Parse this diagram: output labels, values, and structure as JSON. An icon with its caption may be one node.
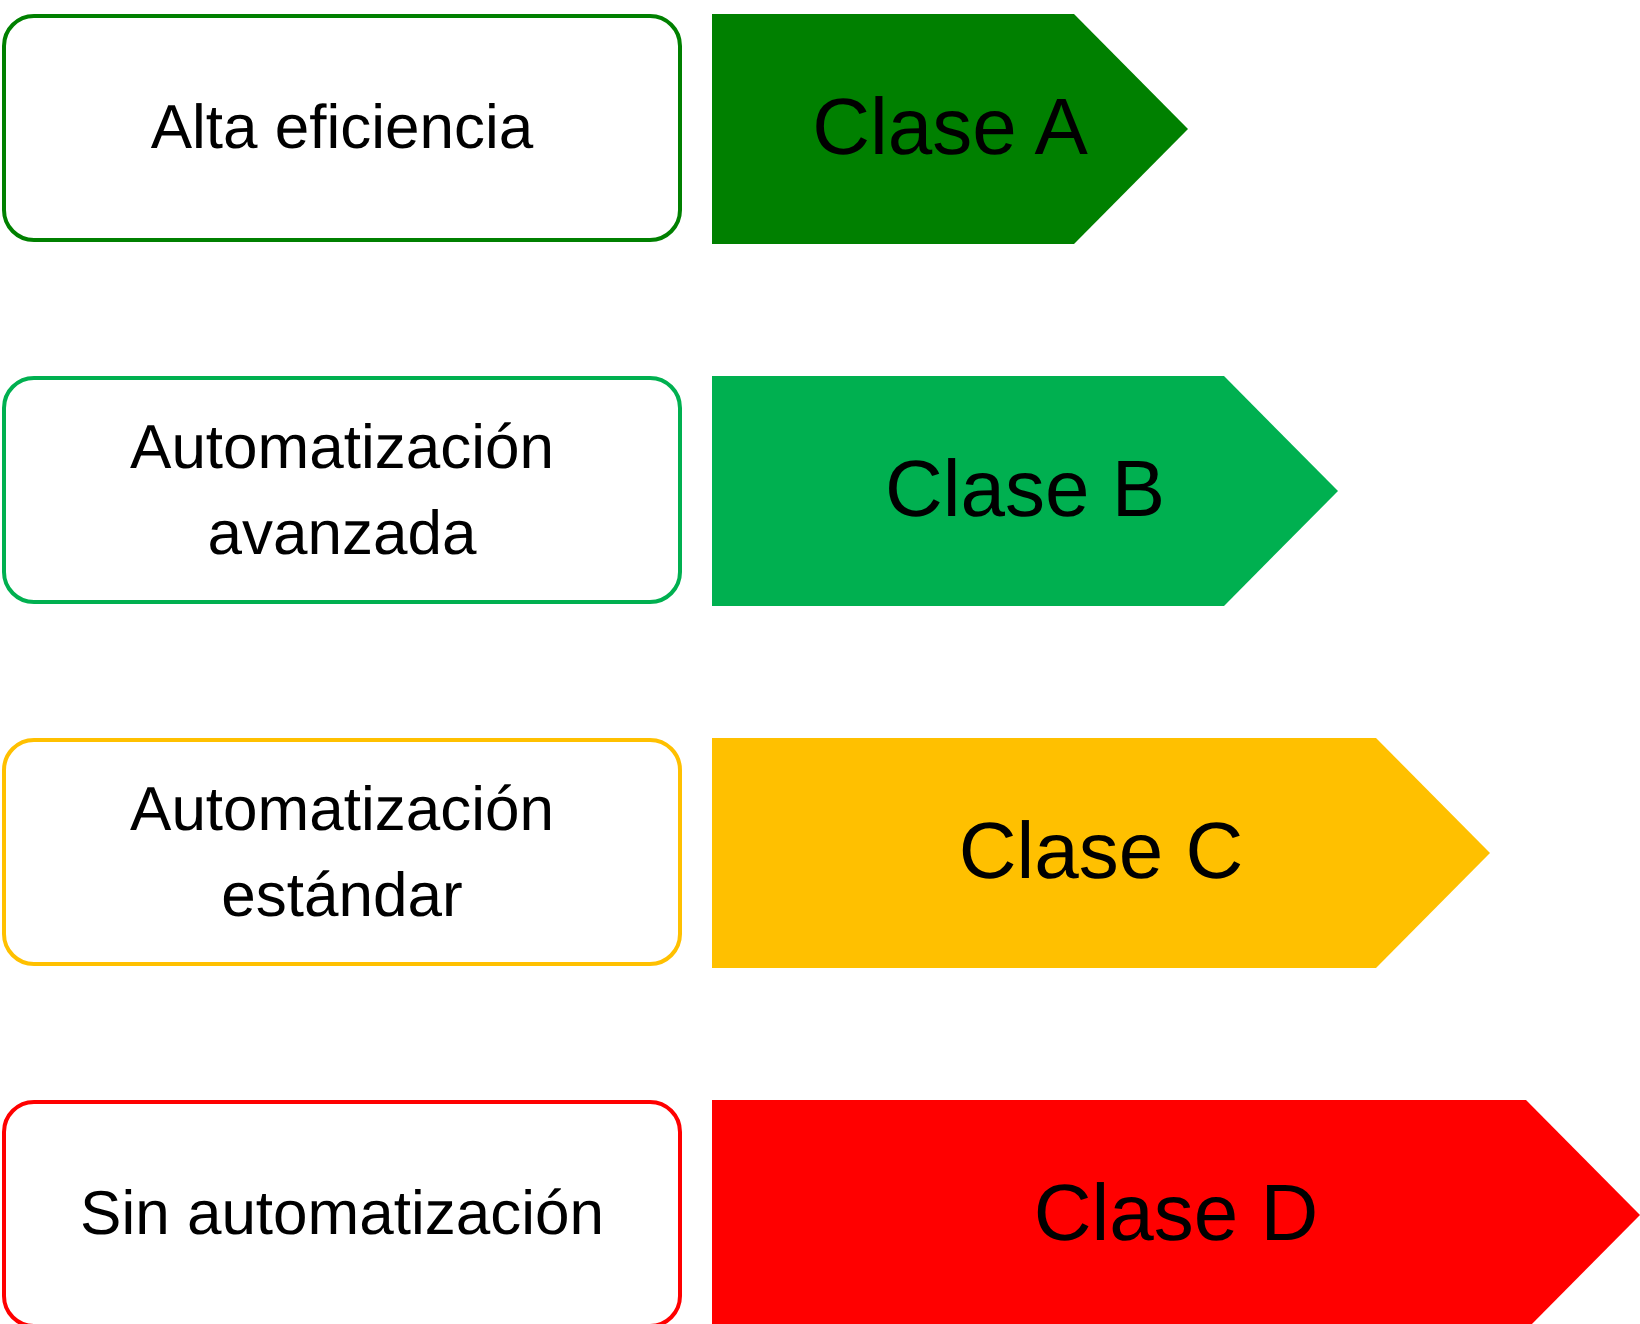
{
  "diagram": {
    "nodes": [
      {
        "text": [
          "Alta eficiencia"
        ]
      },
      {
        "text": [
          "Clase A"
        ]
      },
      {
        "text": [
          "Automatización avanzada"
        ]
      },
      {
        "text": [
          "Clase B"
        ]
      },
      {
        "text": [
          "Automatización estándar"
        ]
      },
      {
        "text": [
          "Clase C"
        ]
      },
      {
        "text": [
          "Sin automatización"
        ]
      },
      {
        "text": [
          "Clase D"
        ]
      }
    ]
  }
}
